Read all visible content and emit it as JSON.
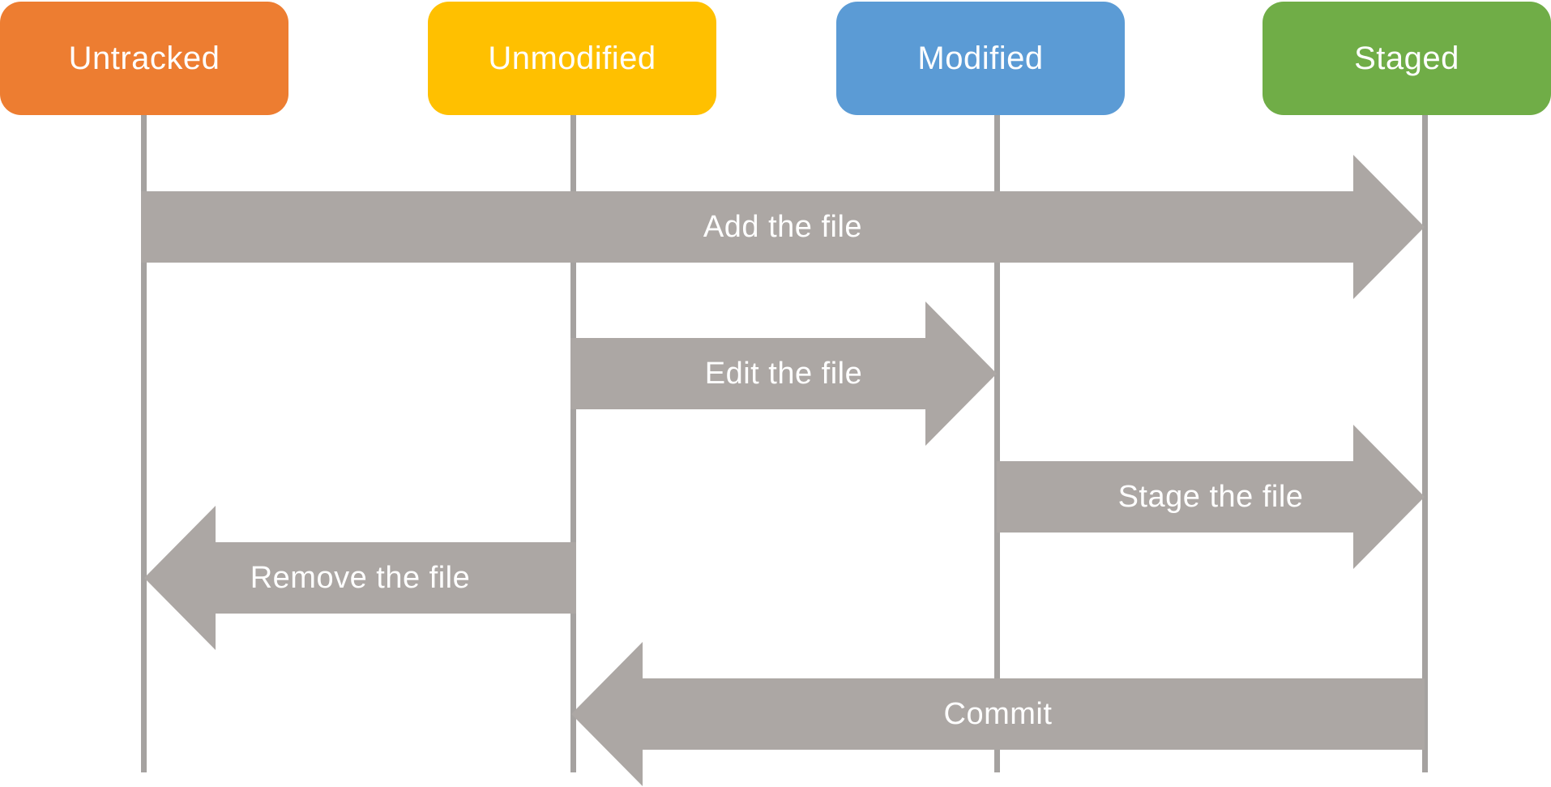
{
  "diagram": {
    "states": [
      {
        "label": "Untracked",
        "color": "#ED7D31"
      },
      {
        "label": "Unmodified",
        "color": "#FFC000"
      },
      {
        "label": "Modified",
        "color": "#5B9BD5"
      },
      {
        "label": "Staged",
        "color": "#70AD47"
      }
    ],
    "transitions": [
      {
        "label": "Add the file",
        "from": "Untracked",
        "to": "Staged",
        "direction": "right"
      },
      {
        "label": "Edit the file",
        "from": "Unmodified",
        "to": "Modified",
        "direction": "right"
      },
      {
        "label": "Stage the file",
        "from": "Modified",
        "to": "Staged",
        "direction": "right"
      },
      {
        "label": "Remove the file",
        "from": "Unmodified",
        "to": "Untracked",
        "direction": "left"
      },
      {
        "label": "Commit",
        "from": "Staged",
        "to": "Unmodified",
        "direction": "left"
      }
    ],
    "colors": {
      "arrow": "#ACA7A4",
      "lifeline": "#A5A2A0",
      "label_text": "#FFFFFF"
    }
  }
}
